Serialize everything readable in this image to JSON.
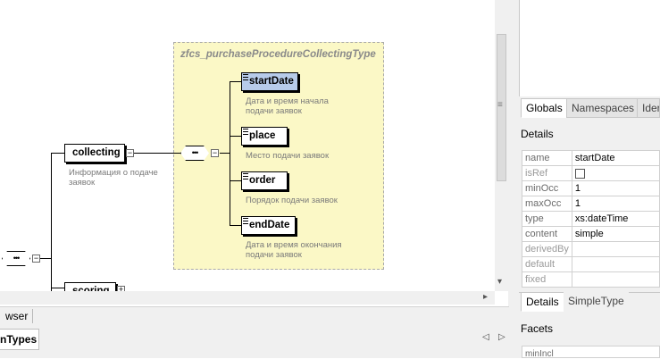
{
  "diagram": {
    "type_name": "zfcs_purchaseProcedureCollectingType",
    "parent_element": {
      "label": "collecting",
      "note": "Информация о подаче заявок"
    },
    "sibling_element": {
      "label": "scoring"
    },
    "children": [
      {
        "label": "startDate",
        "note": "Дата и время начала подачи заявок",
        "selected": true
      },
      {
        "label": "place",
        "note": "Место подачи заявок"
      },
      {
        "label": "order",
        "note": "Порядок подачи заявок"
      },
      {
        "label": "endDate",
        "note": "Дата и время окончания подачи заявок"
      }
    ],
    "sequence_glyph": "•••",
    "collapse_glyph": "−",
    "expand_glyph": "+"
  },
  "bottom_tabs": {
    "tab1": "wser",
    "tab2": "nTypes",
    "nav_prev": "◁",
    "nav_next": "▷"
  },
  "scroll_arrows": {
    "down": "▾",
    "right": "▸",
    "grip": "≡"
  },
  "right_panel": {
    "tabs": [
      "Globals",
      "Namespaces",
      "Ider"
    ],
    "details_title": "Details",
    "properties": [
      {
        "key": "name",
        "value": "startDate"
      },
      {
        "key": "isRef",
        "value": "",
        "checkbox": true
      },
      {
        "key": "minOcc",
        "value": "1"
      },
      {
        "key": "maxOcc",
        "value": "1"
      },
      {
        "key": "type",
        "value": "xs:dateTime"
      },
      {
        "key": "content",
        "value": "simple"
      },
      {
        "key": "derivedBy",
        "value": ""
      },
      {
        "key": "default",
        "value": ""
      },
      {
        "key": "fixed",
        "value": ""
      }
    ],
    "detail_tabs": [
      "Details",
      "SimpleType"
    ],
    "facets_title": "Facets",
    "facets_first": "minIncl"
  }
}
